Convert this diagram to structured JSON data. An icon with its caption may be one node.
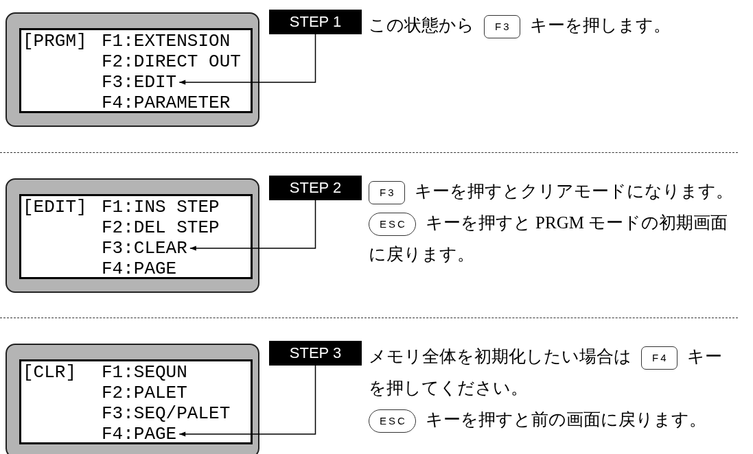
{
  "diagram": {
    "nodes": [
      {
        "text": [
          "[PRGM]"
        ]
      },
      {
        "text": [
          "F1:EXTENSION"
        ],
        "in": 0
      },
      {
        "text": [
          "F2:DIRECT OUT"
        ],
        "in": 0
      },
      {
        "text": [
          "F3:EDIT"
        ],
        "in": 0
      },
      {
        "text": [
          "F4:PARAMETER"
        ],
        "in": 0
      },
      {
        "text": [
          "STEP 1"
        ]
      },
      {
        "text": [
          "F3"
        ]
      },
      {
        "text": [
          "[EDIT]"
        ]
      },
      {
        "text": [
          "F1:INS STEP"
        ],
        "in": 7
      },
      {
        "text": [
          "F2:DEL STEP"
        ],
        "in": 7
      },
      {
        "text": [
          "F3:CLEAR"
        ],
        "in": 7
      },
      {
        "text": [
          "F4:PAGE"
        ],
        "in": 7
      },
      {
        "text": [
          "STEP 2"
        ]
      },
      {
        "text": [
          "F3"
        ]
      },
      {
        "text": [
          "ESC"
        ]
      },
      {
        "text": [
          "[CLR]"
        ]
      },
      {
        "text": [
          "F1:SEQUN"
        ],
        "in": 15
      },
      {
        "text": [
          "F2:PALET"
        ],
        "in": 15
      },
      {
        "text": [
          "F3:SEQ/PALET"
        ],
        "in": 15
      },
      {
        "text": [
          "F4:PAGE"
        ],
        "in": 15
      },
      {
        "text": [
          "STEP 3"
        ]
      },
      {
        "text": [
          "F4"
        ]
      },
      {
        "text": [
          "ESC"
        ]
      }
    ],
    "edges": [
      {
        "from": 5,
        "to": 3,
        "arrow": "to"
      },
      {
        "from": 12,
        "to": 10,
        "arrow": "to"
      },
      {
        "from": 20,
        "to": 19,
        "arrow": "to"
      }
    ],
    "labels": [
      "この状態から",
      "キーを押します。",
      "キーを押すとクリアモードになります。",
      "キーを押すと PRGM モードの初期画面に戻ります。",
      "メモリ全体を初期化したい場合は",
      "キーを押してください。",
      "キーを押すと前の画面に戻ります。"
    ]
  }
}
